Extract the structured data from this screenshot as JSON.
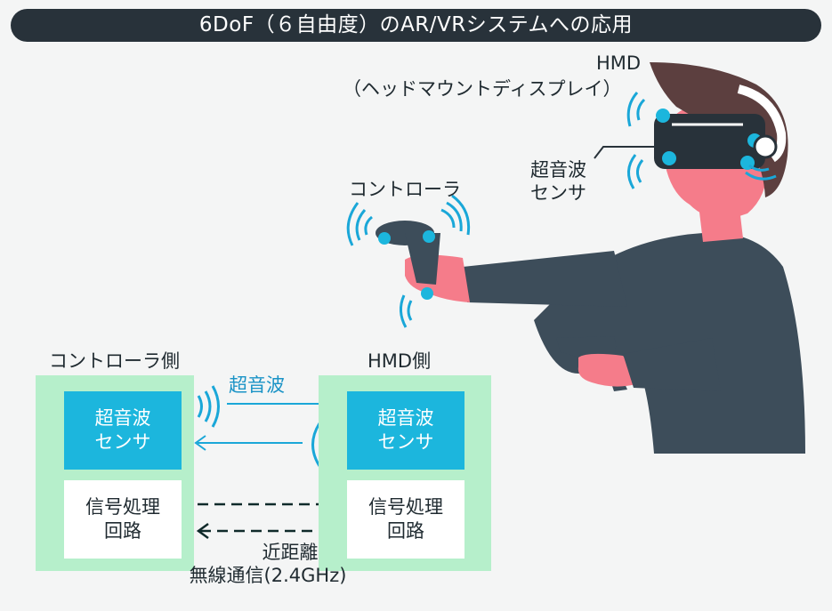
{
  "title": "6DoF（６自由度）のAR/VRシステムへの応用",
  "labels": {
    "hmd_line1": "HMD",
    "hmd_line2": "（ヘッドマウントディスプレイ）",
    "sensor_line1": "超音波",
    "sensor_line2": "センサ",
    "controller": "コントローラ"
  },
  "diagram": {
    "controller_side_label": "コントローラ側",
    "hmd_side_label": "HMD側",
    "ultrasonic_label": "超音波",
    "sensor_box": {
      "line1": "超音波",
      "line2": "センサ"
    },
    "signal_box": {
      "line1": "信号処理",
      "line2": "回路"
    },
    "wireless_line1": "近距離",
    "wireless_line2": "無線通信(2.4GHz)"
  },
  "colors": {
    "title_bg": "#28323a",
    "sensor_blue": "#1cb6dd",
    "panel_green": "#b6efcb",
    "skin": "#f57c8a",
    "shirt": "#3d4d5a",
    "hair": "#5c3f3f",
    "arrow_blue": "#1aa7d8"
  }
}
